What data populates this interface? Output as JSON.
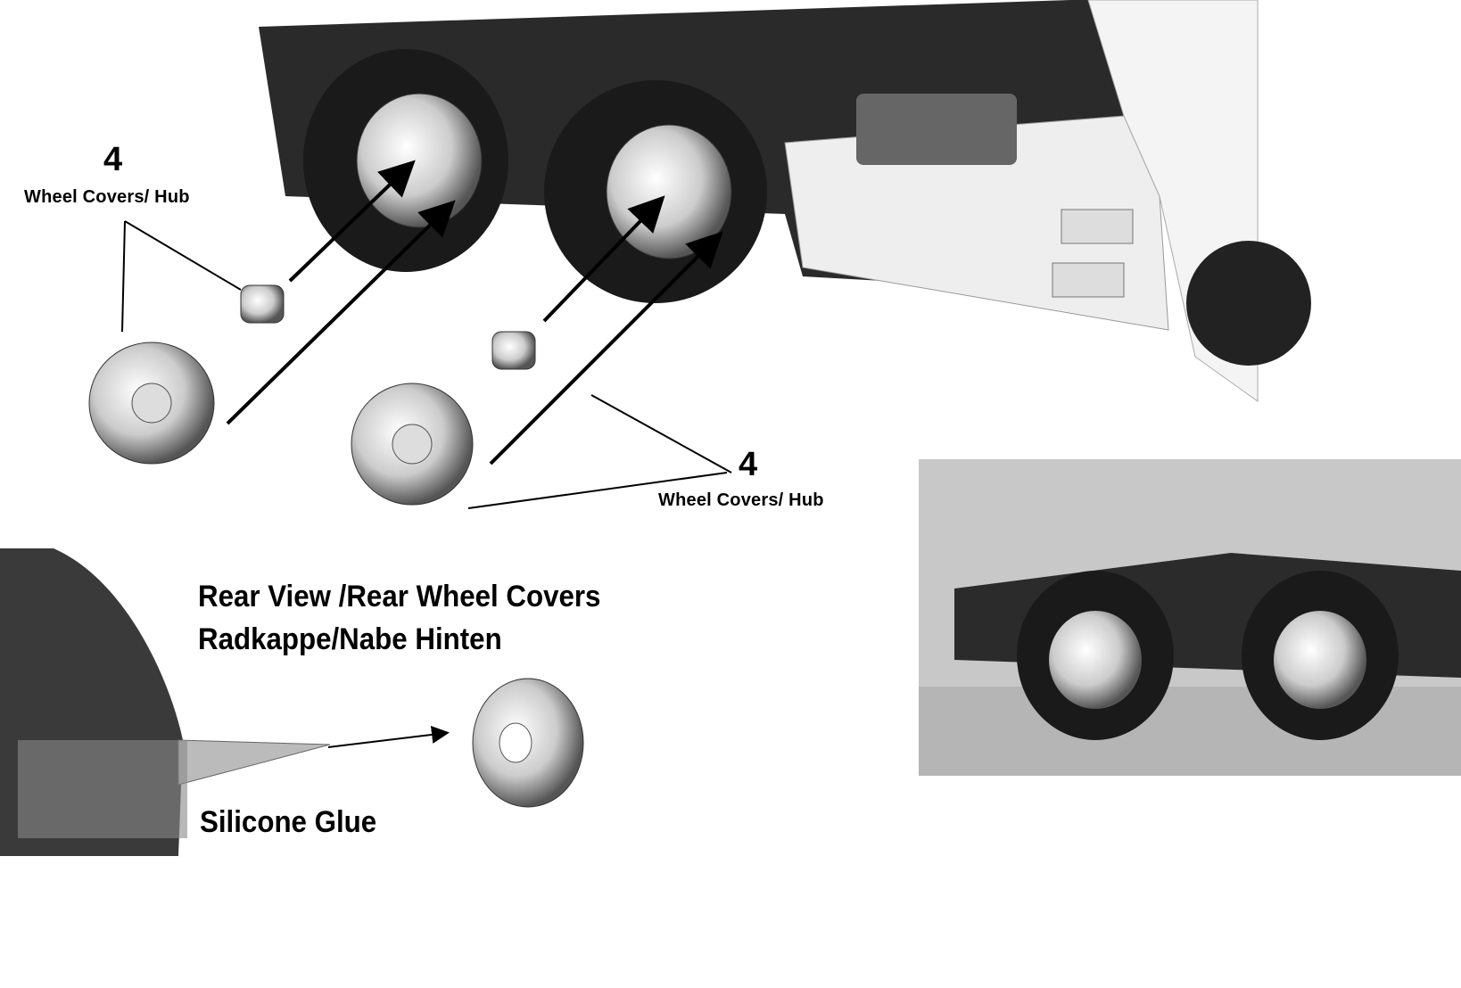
{
  "callouts": [
    {
      "quantity": "4",
      "label": "Wheel Covers/ Hub"
    },
    {
      "quantity": "4",
      "label": "Wheel Covers/ Hub"
    }
  ],
  "rear_view": {
    "title_line1": "Rear View /Rear Wheel Covers",
    "title_line2": "Radkappe/Nabe Hinten",
    "glue_label": "Silicone Glue"
  }
}
